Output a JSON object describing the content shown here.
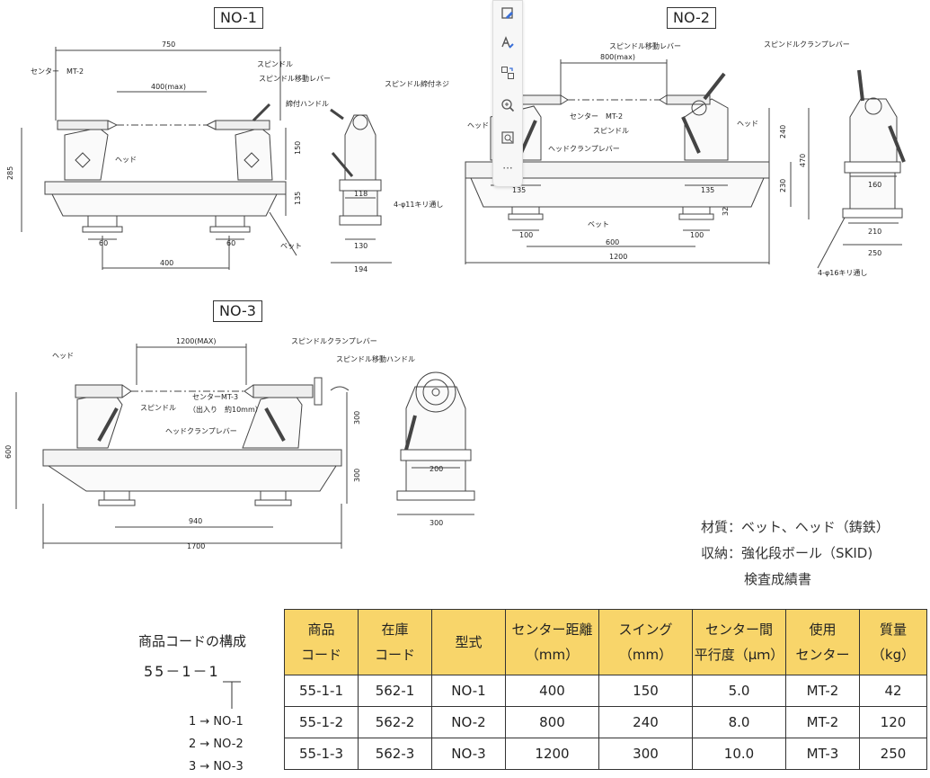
{
  "drawings": {
    "no1": {
      "title": "NO-1",
      "dims": {
        "overall": "750",
        "center_dist": "400(max)",
        "height": "285",
        "d150": "150",
        "d135": "135",
        "foot_left": "60",
        "foot_right": "60",
        "foot_span": "400",
        "d118": "118",
        "d130": "130",
        "d194": "194"
      },
      "labels": {
        "center": "センター　MT-2",
        "spindle": "スピンドル",
        "spindle_lever": "スピンドル移動レバー",
        "clamp_handle": "締付ハンドル",
        "head": "ヘッド",
        "bed": "ベット",
        "clamp_screw": "スピンドル締付ネジ",
        "holes": "4-φ11キリ通し"
      }
    },
    "no2": {
      "title": "NO-2",
      "dims": {
        "center_dist": "800(max)",
        "d135a": "135",
        "d135b": "135",
        "foot_left": "100",
        "foot_right": "100",
        "foot_span": "600",
        "overall": "1200",
        "d240": "240",
        "d230": "230",
        "d470": "470",
        "d160": "160",
        "d210": "210",
        "d250": "250",
        "d32": "32"
      },
      "labels": {
        "spindle_lever": "スピンドル移動レバー",
        "spindle_clamp_lever": "スピンドルクランプレバー",
        "center": "センター　MT-2",
        "spindle": "スピンドル",
        "head_clamp_lever": "ヘッドクランプレバー",
        "head_left": "ヘッド",
        "head_right": "ヘッド",
        "bed": "ベット",
        "holes": "4-φ16キリ通し"
      }
    },
    "no3": {
      "title": "NO-3",
      "dims": {
        "center_dist": "1200(MAX)",
        "height": "600",
        "d300a": "300",
        "d300b": "300",
        "d200": "200",
        "d300c": "300",
        "foot_span": "940",
        "overall": "1700"
      },
      "labels": {
        "head": "ヘッド",
        "spindle": "スピンドル",
        "spindle_clamp_lever": "スピンドルクランプレバー",
        "spindle_handle": "スピンドル移動ハンドル",
        "center": "センターMT-3",
        "stroke": "（出入り　約10mm）",
        "head_clamp_lever": "ヘッドクランプレバー"
      }
    }
  },
  "toolbar": {
    "buttons": [
      {
        "name": "edit-image-icon"
      },
      {
        "name": "text-style-icon"
      },
      {
        "name": "convert-icon"
      },
      {
        "name": "zoom-icon"
      },
      {
        "name": "crop-icon"
      },
      {
        "name": "more-icon",
        "label": "···"
      }
    ]
  },
  "notes": {
    "material": "材質：ベット、ヘッド（鋳鉄）",
    "packing": "収納：強化段ボール（SKID)",
    "report": "検査成績書"
  },
  "product_code": {
    "title": "商品コードの構成",
    "example": "55－1－1",
    "mapping": [
      "1 → NO-1",
      "2 → NO-2",
      "3 → NO-3"
    ]
  },
  "spec_table": {
    "headers": [
      [
        "商品",
        "コード"
      ],
      [
        "在庫",
        "コード"
      ],
      [
        "型式"
      ],
      [
        "センター距離",
        "（mm）"
      ],
      [
        "スイング",
        "（mm）"
      ],
      [
        "センター間",
        "平行度（μｍ）"
      ],
      [
        "使用",
        "センター"
      ],
      [
        "質量",
        "（kg）"
      ]
    ],
    "rows": [
      [
        "55-1-1",
        "562-1",
        "NO-1",
        "400",
        "150",
        "5.0",
        "MT-2",
        "42"
      ],
      [
        "55-1-2",
        "562-2",
        "NO-2",
        "800",
        "240",
        "8.0",
        "MT-2",
        "120"
      ],
      [
        "55-1-3",
        "562-3",
        "NO-3",
        "1200",
        "300",
        "10.0",
        "MT-3",
        "250"
      ]
    ]
  },
  "colors": {
    "header_bg": "#f8d56a",
    "line": "#333333"
  }
}
